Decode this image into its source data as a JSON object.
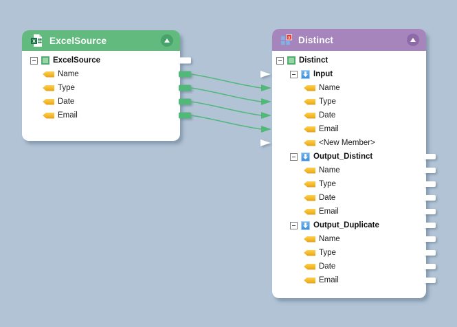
{
  "surface": {
    "background_color": "#b1c3d5"
  },
  "nodes": {
    "excel_source": {
      "title": "ExcelSource",
      "header_color": "#62ba7f",
      "collapse_button_color": "#47a369",
      "collapse_icon": "triangle-up",
      "header_icon": "excel-file-icon",
      "root_label": "ExcelSource",
      "fields": [
        "Name",
        "Type",
        "Date",
        "Email"
      ],
      "output_ports": {
        "root_port_color": "#ffffff",
        "field_port_color": "#52b87a",
        "count": 5
      }
    },
    "distinct": {
      "title": "Distinct",
      "header_color": "#a685bd",
      "collapse_button_color": "#8d6ba7",
      "collapse_icon": "triangle-up",
      "header_icon": "distinct-grid-icon",
      "root_label": "Distinct",
      "groups": [
        {
          "label": "Input",
          "fields": [
            "Name",
            "Type",
            "Date",
            "Email",
            "<New Member>"
          ]
        },
        {
          "label": "Output_Distinct",
          "fields": [
            "Name",
            "Type",
            "Date",
            "Email"
          ]
        },
        {
          "label": "Output_Duplicate",
          "fields": [
            "Name",
            "Type",
            "Date",
            "Email"
          ]
        }
      ],
      "left_ports": {
        "white_arrow_rows": [
          "Input",
          "<New Member>"
        ],
        "green_arrow_rows": [
          "Name",
          "Type",
          "Date",
          "Email"
        ]
      },
      "right_stub_count": 10,
      "right_stub_color": "#ffffff"
    }
  },
  "connections": {
    "color": "#52b87a",
    "mappings": [
      {
        "from": "ExcelSource.Name",
        "to": "Distinct.Input.Name"
      },
      {
        "from": "ExcelSource.Type",
        "to": "Distinct.Input.Type"
      },
      {
        "from": "ExcelSource.Date",
        "to": "Distinct.Input.Date"
      },
      {
        "from": "ExcelSource.Email",
        "to": "Distinct.Input.Email"
      }
    ]
  },
  "icons": {
    "excel-file-icon": "white page with dark-green x box and mini grid",
    "distinct-grid-icon": "blue squares grid with red x badge",
    "component-icon": "green square",
    "port-icon": "blue square with down arrow",
    "column-icon": "yellow tag arrow",
    "tree-expander-icon": "minus box",
    "collapse-button-icon": "circle with up triangle"
  }
}
